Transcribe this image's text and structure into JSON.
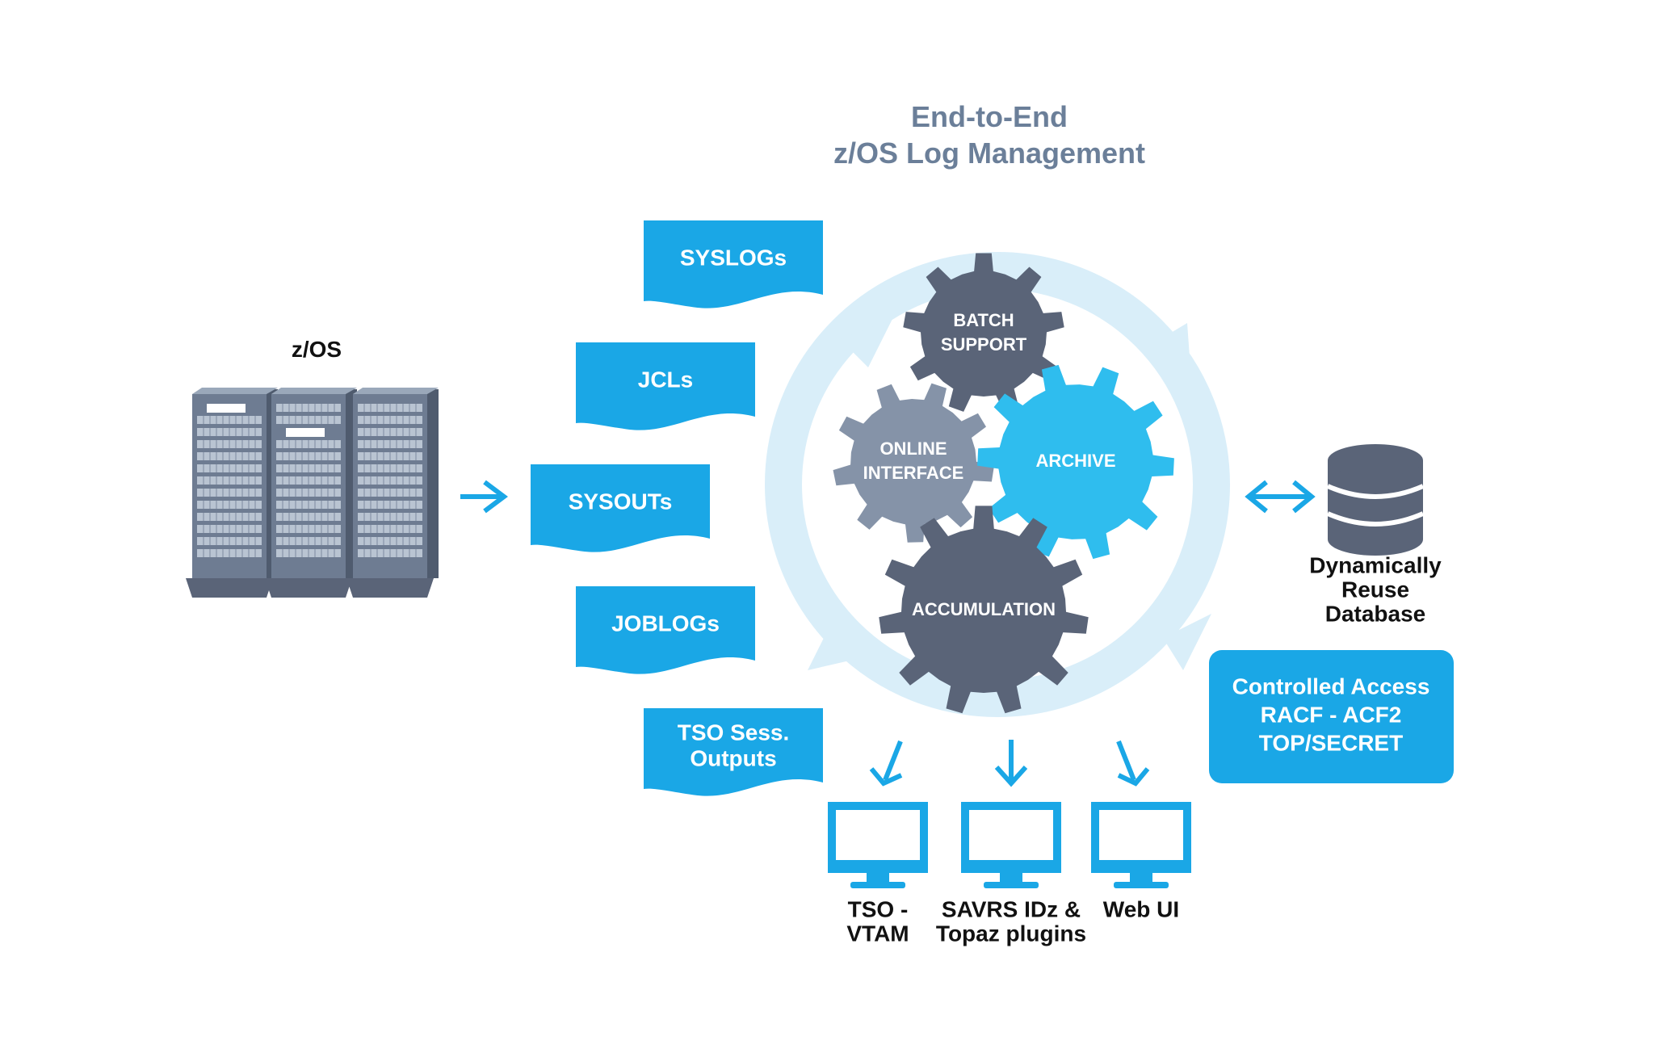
{
  "title": {
    "line1": "End-to-End",
    "line2": "z/OS Log Management"
  },
  "server": {
    "label": "z/OS",
    "icon": "server-rack-icon"
  },
  "log_types": [
    {
      "lines": [
        "SYSLOGs"
      ]
    },
    {
      "lines": [
        "JCLs"
      ]
    },
    {
      "lines": [
        "SYSOUTs"
      ]
    },
    {
      "lines": [
        "JOBLOGs"
      ]
    },
    {
      "lines": [
        "TSO Sess.",
        "Outputs"
      ]
    }
  ],
  "gears": {
    "batch": [
      "BATCH",
      "SUPPORT"
    ],
    "online": [
      "ONLINE",
      "INTERFACE"
    ],
    "archive": [
      "ARCHIVE"
    ],
    "accumulation": [
      "ACCUMULATION"
    ]
  },
  "database": {
    "icon": "database-icon",
    "lines": [
      "Dynamically",
      "Reuse",
      "Database"
    ]
  },
  "access": {
    "lines": [
      "Controlled Access",
      "RACF  - ACF2",
      "TOP/SECRET"
    ]
  },
  "clients": [
    {
      "icon": "monitor-icon",
      "lines": [
        "TSO -",
        "VTAM"
      ]
    },
    {
      "icon": "monitor-icon",
      "lines": [
        "SAVRS IDz &",
        "Topaz plugins"
      ]
    },
    {
      "icon": "monitor-icon",
      "lines": [
        "Web UI"
      ]
    }
  ],
  "colors": {
    "accent_blue": "#1aa7e6",
    "light_ring": "#d9eef9",
    "dark_gear": "#5a6478",
    "mid_gear": "#8593a8",
    "bright_gear": "#2fbdee",
    "title": "#6b7f99",
    "server_dark": "#6e7c92",
    "server_light": "#b9c4d2"
  }
}
